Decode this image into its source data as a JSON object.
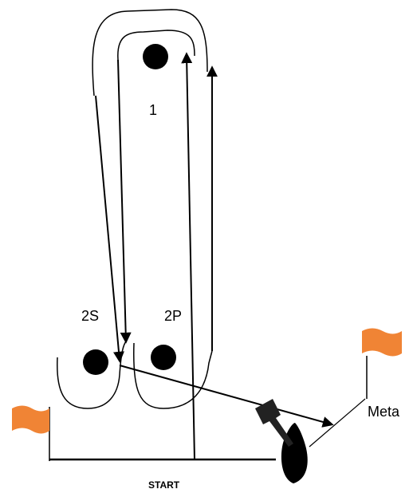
{
  "labels": {
    "mark_1": "1",
    "mark_2s": "2S",
    "mark_2p": "2P",
    "finish": "Meta",
    "start": "START"
  },
  "colors": {
    "flag": "#f08435",
    "ink": "#000000"
  }
}
